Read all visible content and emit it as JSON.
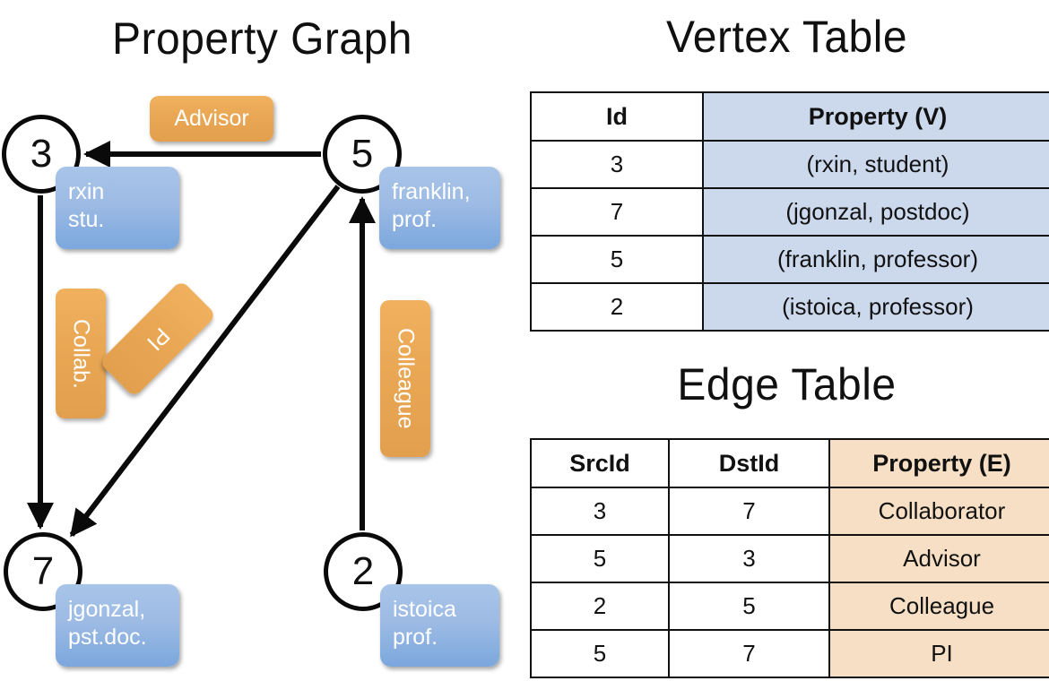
{
  "titles": {
    "property_graph": "Property Graph",
    "vertex_table": "Vertex Table",
    "edge_table": "Edge Table"
  },
  "graph": {
    "vertices": [
      {
        "id": "3",
        "property": {
          "line1": "rxin",
          "line2": "stu."
        }
      },
      {
        "id": "5",
        "property": {
          "line1": "franklin,",
          "line2": "prof."
        }
      },
      {
        "id": "7",
        "property": {
          "line1": "jgonzal,",
          "line2": "pst.doc."
        }
      },
      {
        "id": "2",
        "property": {
          "line1": "istoica",
          "line2": "prof."
        }
      }
    ],
    "edge_labels": {
      "advisor": "Advisor",
      "collab": "Collab.",
      "pi": "PI",
      "colleague": "Colleague"
    },
    "edges": [
      {
        "from": "5",
        "to": "3",
        "label": "Advisor"
      },
      {
        "from": "3",
        "to": "7",
        "label": "Collab."
      },
      {
        "from": "5",
        "to": "7",
        "label": "PI"
      },
      {
        "from": "2",
        "to": "5",
        "label": "Colleague"
      }
    ]
  },
  "vertex_table": {
    "headers": [
      "Id",
      "Property (V)"
    ],
    "rows": [
      {
        "id": "3",
        "property": "(rxin, student)"
      },
      {
        "id": "7",
        "property": "(jgonzal, postdoc)"
      },
      {
        "id": "5",
        "property": "(franklin, professor)"
      },
      {
        "id": "2",
        "property": "(istoica, professor)"
      }
    ]
  },
  "edge_table": {
    "headers": [
      "SrcId",
      "DstId",
      "Property (E)"
    ],
    "rows": [
      {
        "src": "3",
        "dst": "7",
        "property": "Collaborator"
      },
      {
        "src": "5",
        "dst": "3",
        "property": "Advisor"
      },
      {
        "src": "2",
        "dst": "5",
        "property": "Colleague"
      },
      {
        "src": "5",
        "dst": "7",
        "property": "PI"
      }
    ]
  },
  "colors": {
    "vertex_property_fill": "#9dbbe4",
    "edge_label_fill": "#eaa855",
    "vertex_table_highlight": "#ccd9ed",
    "edge_table_highlight": "#f6dfc4",
    "stroke": "#0a0a0a",
    "background": "#ffffff"
  }
}
